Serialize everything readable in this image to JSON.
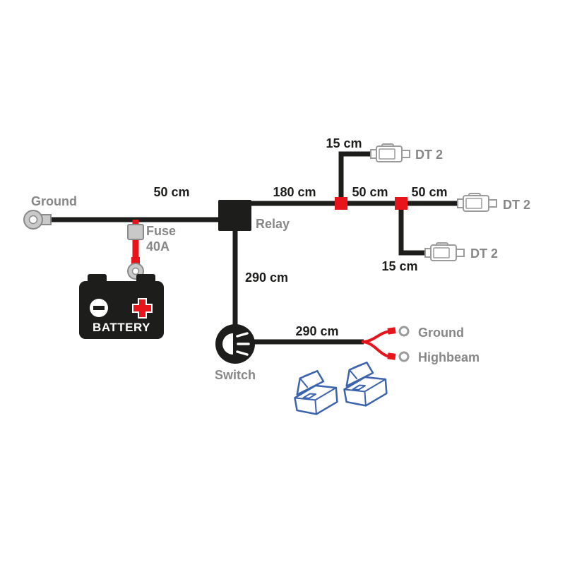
{
  "colors": {
    "wire_black": "#1d1d1b",
    "accent_red": "#e8141c",
    "label_gray": "#878787",
    "connector_gray": "#9b9b9b",
    "splice_blue": "#3c63ad",
    "background": "#ffffff"
  },
  "labels": {
    "ground_left": "Ground",
    "seg_battery_relay": "50 cm",
    "fuse_name": "Fuse",
    "fuse_rating": "40A",
    "battery": "BATTERY",
    "relay": "Relay",
    "seg_relay_j1": "180 cm",
    "seg_j1_j2": "50 cm",
    "seg_j2_out": "50 cm",
    "seg_branch_top": "15 cm",
    "seg_branch_bottom": "15 cm",
    "dt2_top": "DT 2",
    "dt2_right": "DT 2",
    "dt2_bottom": "DT 2",
    "seg_relay_switch": "290 cm",
    "switch": "Switch",
    "seg_switch_out": "290 cm",
    "out_ground": "Ground",
    "out_highbeam": "Highbeam"
  }
}
